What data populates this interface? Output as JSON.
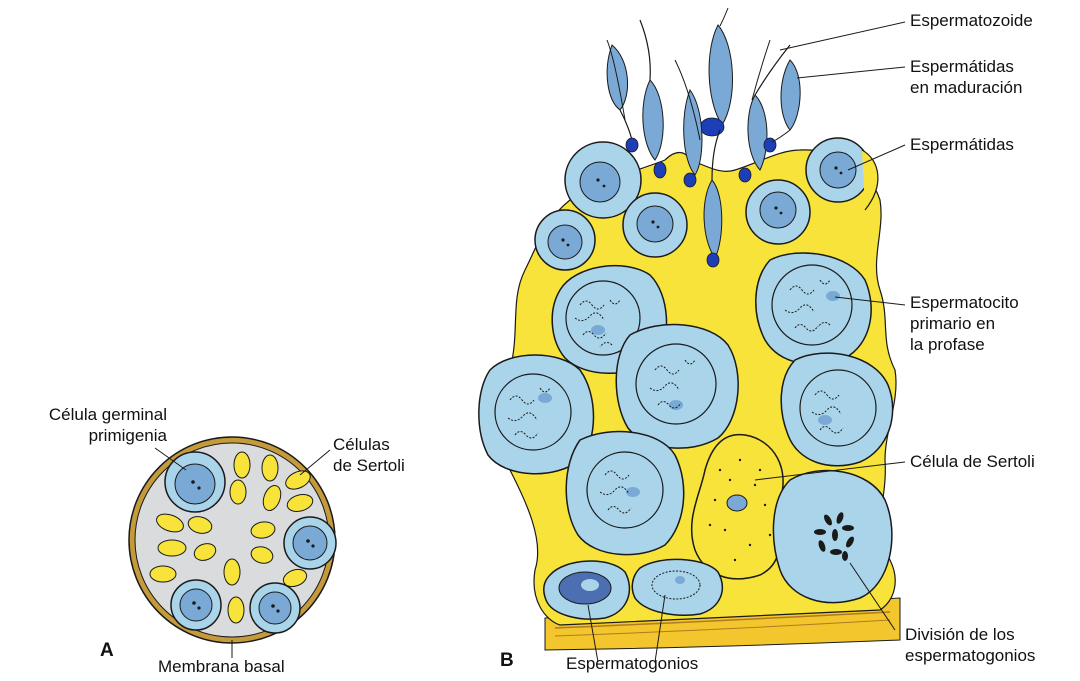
{
  "panel_a": {
    "letter": "A",
    "labels": {
      "germ_cell_line1": "Célula germinal",
      "germ_cell_line2": "primigenia",
      "sertoli_line1": "Células",
      "sertoli_line2": "de Sertoli",
      "basal": "Membrana basal"
    }
  },
  "panel_b": {
    "letter": "B",
    "labels": {
      "spermatozoon": "Espermatozoide",
      "maturing_line1": "Espermátidas",
      "maturing_line2": "en maduración",
      "spermatids": "Espermátidas",
      "spermatocyte_line1": "Espermatocito",
      "spermatocyte_line2": "primario en",
      "spermatocyte_line3": "la profase",
      "sertoli": "Célula de Sertoli",
      "division_line1": "División de los",
      "division_line2": "espermatogonios",
      "spermatogonia": "Espermatogonios"
    }
  },
  "colors": {
    "cytoplasm_blue": "#a9d4ea",
    "nucleus_blue": "#7aa9d6",
    "sertoli_yellow": "#f7e33a",
    "outline": "#1a1a1a",
    "acrosome_dark": "#1c3fb8"
  }
}
